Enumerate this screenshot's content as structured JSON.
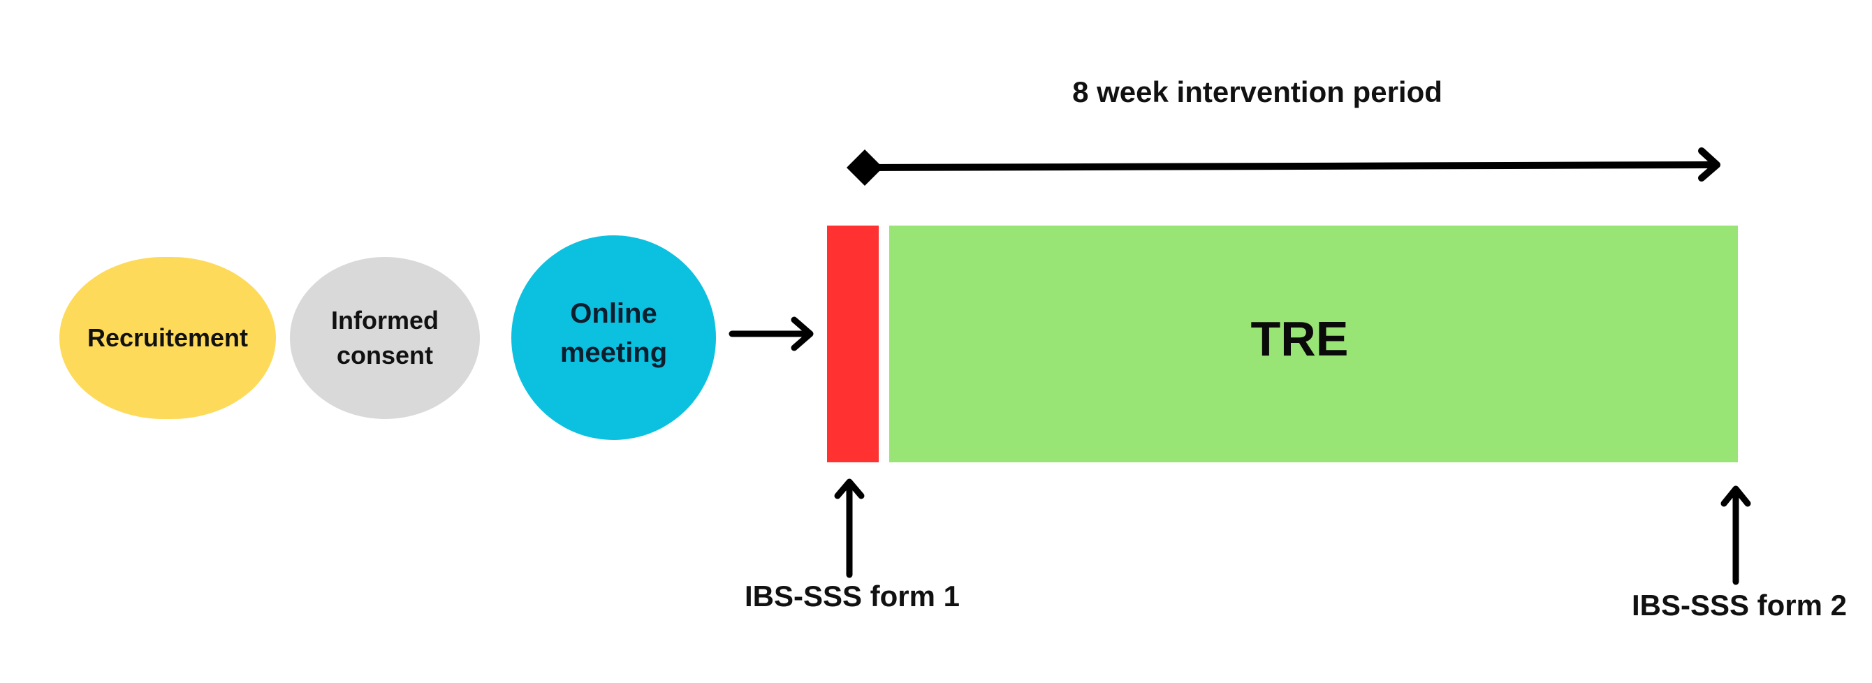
{
  "diagram": {
    "title": "8 week intervention period",
    "steps": [
      {
        "id": "recruitment",
        "label_lines": [
          "Recruitement"
        ],
        "color": "#FDDA5A",
        "shape": "ellipse"
      },
      {
        "id": "informed-consent",
        "label_lines": [
          "Informed",
          "consent"
        ],
        "color": "#D9D9D9",
        "shape": "ellipse"
      },
      {
        "id": "online-meeting",
        "label_lines": [
          "Online",
          "meeting"
        ],
        "color": "#0CC0DF",
        "shape": "circle"
      }
    ],
    "baseline_bar": {
      "color": "#FF3131"
    },
    "intervention": {
      "label": "TRE",
      "color": "#98E576"
    },
    "markers": [
      {
        "label": "IBS-SSS form 1",
        "position": "start"
      },
      {
        "label": "IBS-SSS form 2",
        "position": "end"
      }
    ],
    "icons": {
      "flow_arrow": "arrow-right-icon",
      "period_arrow": "diamond-to-arrow-icon",
      "marker_arrow": "arrow-up-icon"
    }
  }
}
